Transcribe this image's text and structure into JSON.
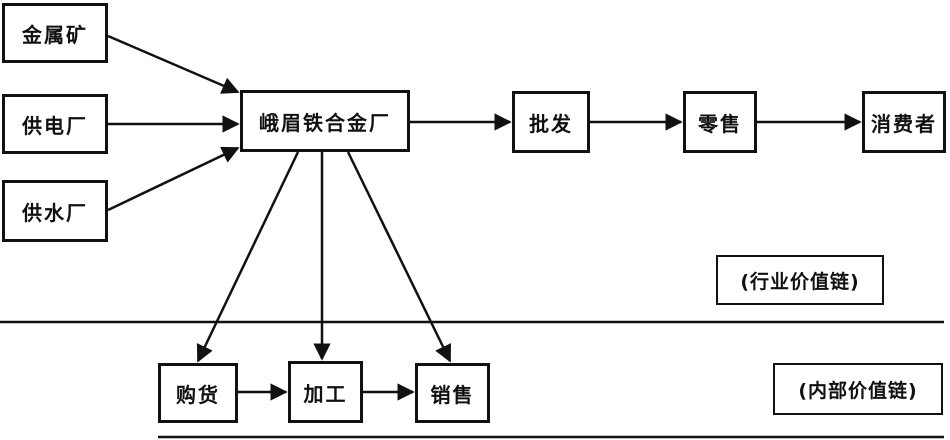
{
  "industry_chain": {
    "suppliers": [
      {
        "label": "金属矿"
      },
      {
        "label": "供电厂"
      },
      {
        "label": "供水厂"
      }
    ],
    "producer": "峨眉铁合金厂",
    "wholesale": "批发",
    "retail": "零售",
    "consumer": "消费者",
    "label": "(行业价值链)"
  },
  "internal_chain": {
    "purchase": "购货",
    "processing": "加工",
    "sales": "销售",
    "label": "(内部价值链)"
  },
  "colors": {
    "line": "#111111",
    "background": "#ffffff"
  }
}
